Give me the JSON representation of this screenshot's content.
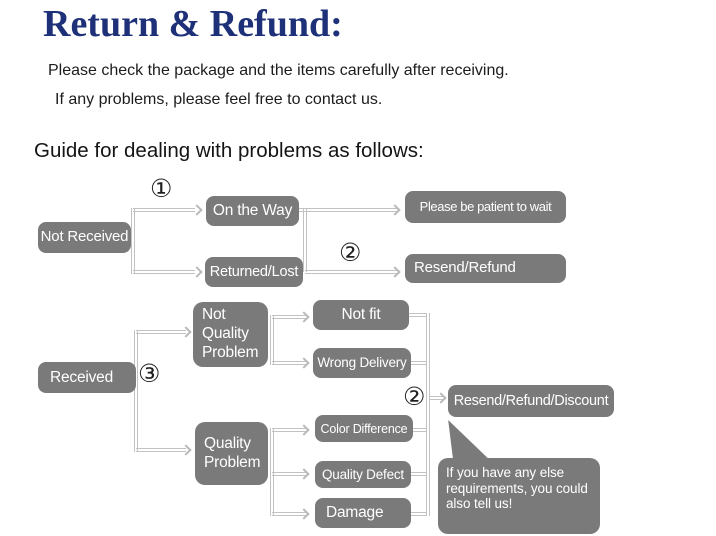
{
  "colors": {
    "title": "#1e3178",
    "box": "#7a7a7a",
    "line": "#c2c2c2",
    "ink": "#1c1c1c"
  },
  "header": {
    "title": "Return & Refund:",
    "line1": "Please check the package and the items carefully after receiving.",
    "line2": "If any problems, please feel free to contact us.",
    "guide": "Guide for dealing with problems as follows:"
  },
  "flowchart": {
    "markers": {
      "step1": "①",
      "step2": "②",
      "step3": "③"
    },
    "nodes": {
      "not_received": "Not Received",
      "on_the_way": "On the Way",
      "returned_lost": "Returned/Lost",
      "be_patient": "Please be patient to wait",
      "resend_refund": "Resend/Refund",
      "received": "Received",
      "not_quality_problem": "Not Quality Problem",
      "not_fit": "Not fit",
      "wrong_delivery": "Wrong Delivery",
      "quality_problem": "Quality Problem",
      "color_difference": "Color Difference",
      "quality_defect": "Quality Defect",
      "damage": "Damage",
      "resend_refund_discount": "Resend/Refund/Discount",
      "note": "If you have any else requirements, you could also tell us!"
    }
  }
}
